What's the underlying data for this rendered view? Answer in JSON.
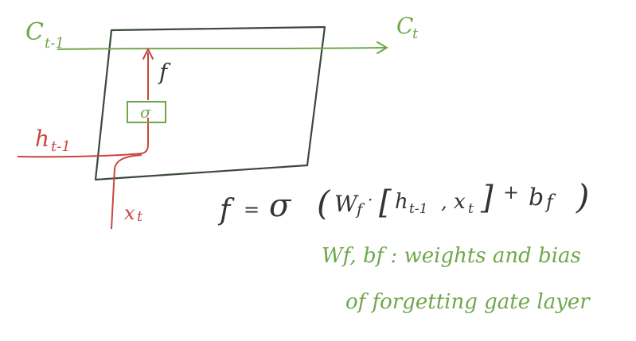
{
  "colors": {
    "box": "#3a4a38",
    "cell_line": "#6fa84a",
    "input_line": "#c8463f",
    "formula": "#333333",
    "note": "#6fa84a"
  },
  "labels": {
    "c_prev": "C",
    "c_prev_sub": "t-1",
    "c_next": "C",
    "c_next_sub": "t",
    "h_prev": "h",
    "h_prev_sub": "t-1",
    "x_t": "x",
    "x_t_sub": "t",
    "f_output": "f",
    "sigma_gate": "σ"
  },
  "formula": {
    "lhs": "f",
    "equals": "=",
    "sigma": "σ",
    "open_paren": "(",
    "w": "W",
    "w_sub": "f",
    "dot": "·",
    "open_bracket": "[",
    "h": "h",
    "h_sub": "t-1",
    "comma": ",",
    "x": "x",
    "x_sub": "t",
    "close_bracket": "]",
    "plus": "+",
    "b": "b",
    "b_sub": "f",
    "close_paren": ")"
  },
  "note": {
    "line1": "Wf, bf : weights and bias",
    "line2": "of forgetting gate layer"
  }
}
